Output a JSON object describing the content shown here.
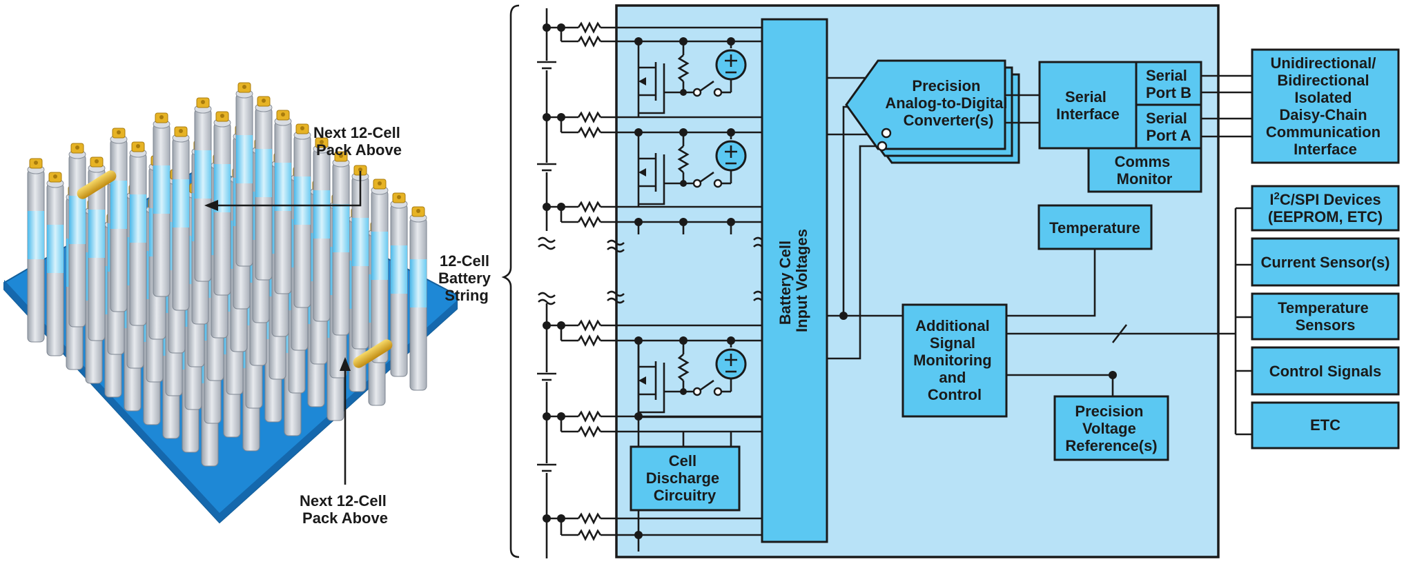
{
  "labels": {
    "pack_above_top": [
      "Next 12-Cell",
      "Pack Above"
    ],
    "pack_above_bottom": [
      "Next 12-Cell",
      "Pack Above"
    ],
    "string_label": [
      "12-Cell",
      "Battery",
      "String"
    ],
    "adc": [
      "Precision",
      "Analog-to-Digital",
      "Converter(s)"
    ],
    "serial_interface": [
      "Serial",
      "Interface"
    ],
    "serial_port_b": [
      "Serial",
      "Port B"
    ],
    "serial_port_a": [
      "Serial",
      "Port A"
    ],
    "comms_monitor": [
      "Comms",
      "Monitor"
    ],
    "daisy_chain": [
      "Unidirectional/",
      "Bidirectional",
      "Isolated",
      "Daisy-Chain",
      "Communication",
      "Interface"
    ],
    "i2c_main": "I",
    "i2c_sup": "2",
    "i2c_rest": "C/SPI Devices",
    "i2c_line2": "(EEPROM, ETC)",
    "current_sensor": "Current Sensor(s)",
    "temperature_sensors": [
      "Temperature",
      "Sensors"
    ],
    "control_signals": "Control Signals",
    "etc": "ETC",
    "temperature": "Temperature",
    "additional": [
      "Additional",
      "Signal",
      "Monitoring",
      "and",
      "Control"
    ],
    "voltage_ref": [
      "Precision",
      "Voltage",
      "Reference(s)"
    ],
    "battery_cell_inputs": [
      "Battery Cell",
      "Input Voltages"
    ],
    "discharge": [
      "Cell",
      "Discharge",
      "Circuitry"
    ]
  },
  "colors": {
    "chip_background": "#b8e2f7",
    "block_fill": "#5bc8f2",
    "tray": "#1e88d6",
    "cell_body": "#c9ced6",
    "cell_band": "#8fd8f6",
    "terminal_gold": "#e9b82c",
    "line": "#1a1a1a"
  },
  "icons": [
    "battery-pack-illustration",
    "resistor-icon",
    "mosfet-icon",
    "switch-icon",
    "voltage-source-icon",
    "battery-cell-icon",
    "break-mark-icon",
    "brace-icon"
  ]
}
